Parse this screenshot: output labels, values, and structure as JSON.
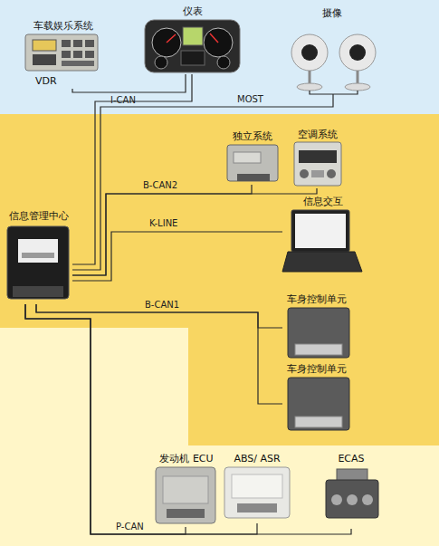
{
  "diagram": {
    "nodes": [
      {
        "text": [
          "车载娱乐系统",
          "VDR"
        ]
      },
      {
        "text": [
          "仪表"
        ]
      },
      {
        "text": [
          "摄像"
        ]
      },
      {
        "text": [
          "独立系统"
        ]
      },
      {
        "text": [
          "空调系统"
        ]
      },
      {
        "text": [
          "信息管理中心"
        ]
      },
      {
        "text": [
          "信息交互"
        ]
      },
      {
        "text": [
          "车身控制单元"
        ]
      },
      {
        "text": [
          "车身控制单元"
        ]
      },
      {
        "text": [
          "发动机 ECU"
        ]
      },
      {
        "text": [
          "ABS/ ASR"
        ]
      },
      {
        "text": [
          "ECAS"
        ]
      }
    ],
    "edges": [
      {
        "from": 0,
        "to": 1,
        "arrow": "none",
        "label": "I-CAN"
      },
      {
        "from": 5,
        "to": 1,
        "arrow": "none"
      },
      {
        "from": 5,
        "to": 2,
        "arrow": "none",
        "label": "MOST"
      },
      {
        "from": 5,
        "to": 3,
        "arrow": "none",
        "label": "B-CAN2"
      },
      {
        "from": 5,
        "to": 4,
        "arrow": "none"
      },
      {
        "from": 5,
        "to": 6,
        "arrow": "none",
        "label": "K-LINE"
      },
      {
        "from": 5,
        "to": 7,
        "arrow": "none",
        "label": "B-CAN1"
      },
      {
        "from": 5,
        "to": 8,
        "arrow": "none"
      },
      {
        "from": 5,
        "to": 9,
        "arrow": "none",
        "label": "P-CAN"
      },
      {
        "from": 5,
        "to": 10,
        "arrow": "none"
      },
      {
        "from": 5,
        "to": 11,
        "arrow": "none"
      }
    ]
  }
}
